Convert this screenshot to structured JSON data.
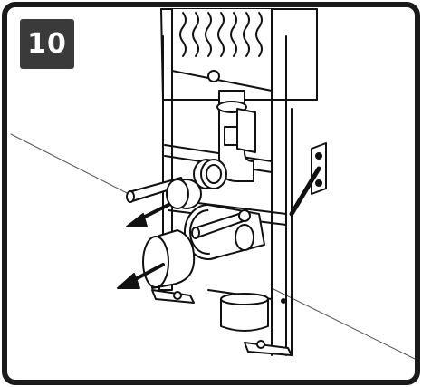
{
  "figure": {
    "step_number": "10",
    "colors": {
      "line": "#111111",
      "fill": "#ffffff",
      "badge": "#3a3a3a",
      "badge_text": "#ffffff",
      "frame": "#1a1a1a"
    },
    "icons": [
      "installation-frame",
      "cistern",
      "flush-plate-opening",
      "drain-elbow",
      "inlet-pipe",
      "protective-cap",
      "wall-anchor-bolt",
      "removal-arrow"
    ]
  }
}
